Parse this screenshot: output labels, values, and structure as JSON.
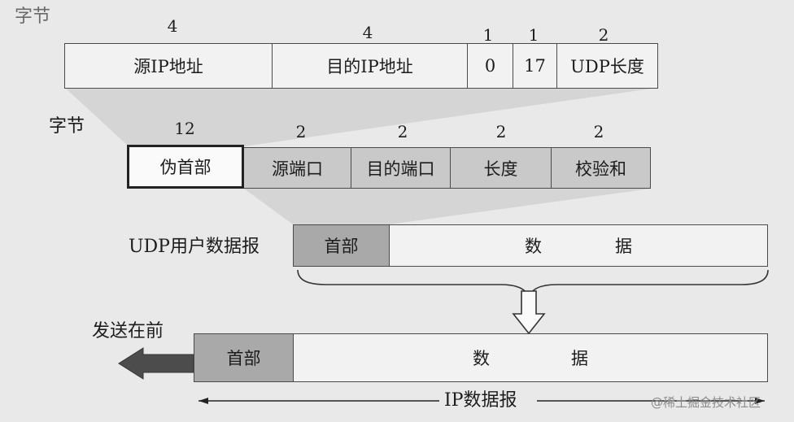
{
  "pseudo_header": {
    "bytes_label": "字节",
    "sizes": [
      "4",
      "4",
      "1",
      "1",
      "2"
    ],
    "fields": [
      "源IP地址",
      "目的IP地址",
      "0",
      "17",
      "UDP长度"
    ]
  },
  "udp_header": {
    "bytes_label": "字节",
    "sizes": [
      "12",
      "2",
      "2",
      "2",
      "2"
    ],
    "fields": [
      "伪首部",
      "源端口",
      "目的端口",
      "长度",
      "校验和"
    ]
  },
  "udp_datagram": {
    "label": "UDP用户数据报",
    "header": "首部",
    "data_chars": [
      "数",
      "据"
    ]
  },
  "ip_datagram": {
    "send_first_label": "发送在前",
    "header": "首部",
    "data_chars": [
      "数",
      "据"
    ],
    "bottom_label": "IP数据报"
  },
  "watermark": "@稀土掘金技术社区"
}
